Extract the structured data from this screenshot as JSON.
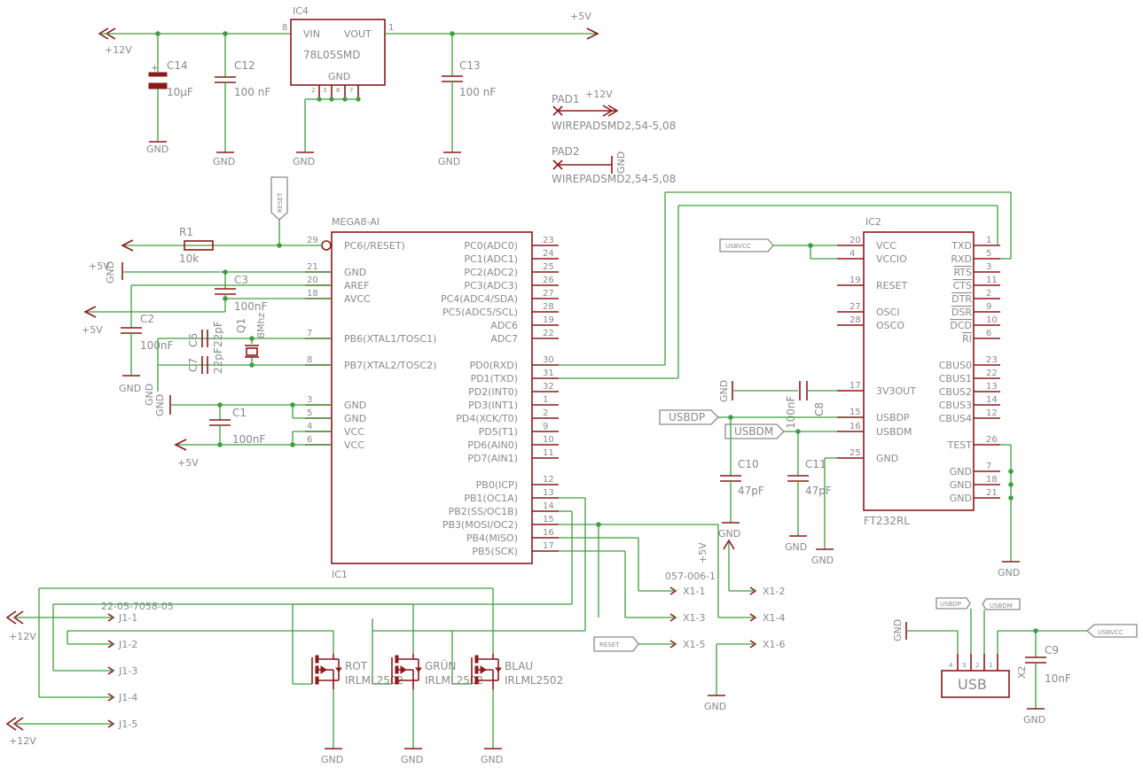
{
  "parts": {
    "ic4": {
      "name": "IC4",
      "value": "78L05SMD",
      "pin_vin": "VIN",
      "pin_vout": "VOUT",
      "pin_gnd": "GND",
      "pin8": "8",
      "pin1": "1",
      "pin2": "2",
      "pin3": "3",
      "pin6": "6",
      "pin7": "7"
    },
    "c14": {
      "name": "C14",
      "value": "10µF"
    },
    "c12": {
      "name": "C12",
      "value": "100 nF"
    },
    "c13": {
      "name": "C13",
      "value": "100 nF"
    },
    "pad1": {
      "name": "PAD1",
      "value": "WIREPADSMD2,54-5,08",
      "net": "+12V"
    },
    "pad2": {
      "name": "PAD2",
      "value": "WIREPADSMD2,54-5,08",
      "net": "GND"
    },
    "r1": {
      "name": "R1",
      "value": "10k"
    },
    "c3": {
      "name": "C3",
      "value": "100nF"
    },
    "c2": {
      "name": "C2",
      "value": "100nF"
    },
    "c6": {
      "name": "C6",
      "value": "22pF"
    },
    "c7": {
      "name": "C7",
      "value": "22pF"
    },
    "q1": {
      "name": "Q1",
      "value": "8Mhz"
    },
    "c1": {
      "name": "C1",
      "value": "100nF"
    },
    "ic1": {
      "name": "IC1",
      "value": "MEGA8-AI",
      "left_pins": [
        {
          "num": "29",
          "label": "PC6(/RESET)"
        },
        {
          "num": "21",
          "label": "GND"
        },
        {
          "num": "20",
          "label": "AREF"
        },
        {
          "num": "18",
          "label": "AVCC"
        },
        {
          "num": "7",
          "label": "PB6(XTAL1/TOSC1)"
        },
        {
          "num": "8",
          "label": "PB7(XTAL2/TOSC2)"
        },
        {
          "num": "3",
          "label": "GND"
        },
        {
          "num": "5",
          "label": "GND"
        },
        {
          "num": "4",
          "label": "VCC"
        },
        {
          "num": "6",
          "label": "VCC"
        }
      ],
      "right_pins": [
        {
          "num": "23",
          "label": "PC0(ADC0)"
        },
        {
          "num": "24",
          "label": "PC1(ADC1)"
        },
        {
          "num": "25",
          "label": "PC2(ADC2)"
        },
        {
          "num": "26",
          "label": "PC3(ADC3)"
        },
        {
          "num": "27",
          "label": "PC4(ADC4/SDA)"
        },
        {
          "num": "28",
          "label": "PC5(ADC5/SCL)"
        },
        {
          "num": "19",
          "label": "ADC6"
        },
        {
          "num": "22",
          "label": "ADC7"
        },
        {
          "num": "30",
          "label": "PD0(RXD)"
        },
        {
          "num": "31",
          "label": "PD1(TXD)"
        },
        {
          "num": "32",
          "label": "PD2(INT0)"
        },
        {
          "num": "1",
          "label": "PD3(INT1)"
        },
        {
          "num": "2",
          "label": "PD4(XCK/T0)"
        },
        {
          "num": "9",
          "label": "PD5(T1)"
        },
        {
          "num": "10",
          "label": "PD6(AIN0)"
        },
        {
          "num": "11",
          "label": "PD7(AIN1)"
        },
        {
          "num": "12",
          "label": "PB0(ICP)"
        },
        {
          "num": "13",
          "label": "PB1(OC1A)"
        },
        {
          "num": "14",
          "label": "PB2(SS/OC1B)"
        },
        {
          "num": "15",
          "label": "PB3(MOSI/OC2)"
        },
        {
          "num": "16",
          "label": "PB4(MISO)"
        },
        {
          "num": "17",
          "label": "PB5(SCK)"
        }
      ]
    },
    "ic2": {
      "name": "IC2",
      "value": "FT232RL",
      "left_pins": [
        {
          "num": "20",
          "label": "VCC"
        },
        {
          "num": "4",
          "label": "VCCIO"
        },
        {
          "num": "19",
          "label": "RESET"
        },
        {
          "num": "27",
          "label": "OSCI"
        },
        {
          "num": "28",
          "label": "OSCO"
        },
        {
          "num": "17",
          "label": "3V3OUT"
        },
        {
          "num": "15",
          "label": "USBDP"
        },
        {
          "num": "16",
          "label": "USBDM"
        },
        {
          "num": "25",
          "label": "GND"
        }
      ],
      "right_pins": [
        {
          "num": "1",
          "label": "TXD"
        },
        {
          "num": "5",
          "label": "RXD"
        },
        {
          "num": "3",
          "label": "RTS"
        },
        {
          "num": "11",
          "label": "CTS"
        },
        {
          "num": "2",
          "label": "DTR"
        },
        {
          "num": "9",
          "label": "DSR"
        },
        {
          "num": "10",
          "label": "DCD"
        },
        {
          "num": "6",
          "label": "RI"
        },
        {
          "num": "23",
          "label": "CBUS0"
        },
        {
          "num": "22",
          "label": "CBUS1"
        },
        {
          "num": "13",
          "label": "CBUS2"
        },
        {
          "num": "14",
          "label": "CBUS3"
        },
        {
          "num": "12",
          "label": "CBUS4"
        },
        {
          "num": "26",
          "label": "TEST"
        },
        {
          "num": "7",
          "label": "GND"
        },
        {
          "num": "18",
          "label": "GND"
        },
        {
          "num": "21",
          "label": "GND"
        }
      ]
    },
    "c8": {
      "name": "C8",
      "value": "100nF"
    },
    "c10": {
      "name": "C10",
      "value": "47pF"
    },
    "c11": {
      "name": "C11",
      "value": "47pF"
    },
    "x1": {
      "name": "057-006-1",
      "pins": [
        "X1-1",
        "X1-2",
        "X1-3",
        "X1-4",
        "X1-5",
        "X1-6"
      ]
    },
    "j1": {
      "name": "22-05-7058-05",
      "pins": [
        "J1-1",
        "J1-2",
        "J1-3",
        "J1-4",
        "J1-5"
      ]
    },
    "fets": [
      {
        "name": "ROT",
        "value": "IRLML2502"
      },
      {
        "name": "GRÜN",
        "value": "IRLML2502"
      },
      {
        "name": "BLAU",
        "value": "IRLML2502"
      }
    ],
    "usb": {
      "name": "X2",
      "value": "USB",
      "pins": [
        "4",
        "3",
        "2",
        "1"
      ]
    },
    "c9": {
      "name": "C9",
      "value": "10nF"
    }
  },
  "nets": {
    "p5v": "+5V",
    "p12v": "+12V",
    "gnd": "GND",
    "reset": "RESET",
    "usbvcc": "USBVCC",
    "usbdp": "USBDP",
    "usbdm": "USBDM"
  }
}
